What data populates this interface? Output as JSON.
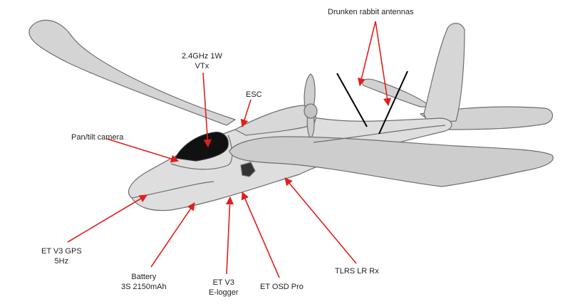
{
  "colors": {
    "leader": "#e0201c",
    "body_fill": "#dcdcdc",
    "body_stroke": "#6e6e6e",
    "canopy": "#111111",
    "antenna": "#000000",
    "label_text": "#222222"
  },
  "labels": {
    "antennas": "Drunken rabbit antennas",
    "vtx_line1": "2.4GHz 1W",
    "vtx_line2": "VTx",
    "esc": "ESC",
    "camera": "Pan/tilt camera",
    "gps_line1": "ET V3 GPS",
    "gps_line2": "5Hz",
    "battery_line1": "Battery",
    "battery_line2": "3S 2150mAh",
    "elogger_line1": "ET V3",
    "elogger_line2": "E-logger",
    "osd": "ET OSD Pro",
    "rx": "TLRS LR Rx"
  }
}
